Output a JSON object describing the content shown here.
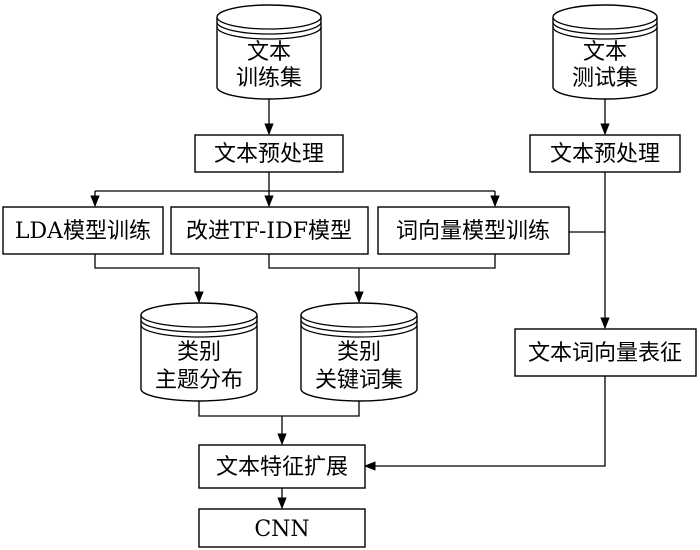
{
  "cylinders": [
    {
      "id": "train_set",
      "lines": [
        "文本",
        "训练集"
      ]
    },
    {
      "id": "test_set",
      "lines": [
        "文本",
        "测试集"
      ]
    },
    {
      "id": "topic_dist",
      "lines": [
        "类别",
        "主题分布"
      ]
    },
    {
      "id": "keyword_set",
      "lines": [
        "类别",
        "关键词集"
      ]
    }
  ],
  "boxes": [
    {
      "id": "preprocess_left",
      "label": "文本预处理"
    },
    {
      "id": "preprocess_right",
      "label": "文本预处理"
    },
    {
      "id": "lda",
      "label": "LDA模型训练"
    },
    {
      "id": "tfidf",
      "label": "改进TF-IDF模型"
    },
    {
      "id": "word2vec",
      "label": "词向量模型训练"
    },
    {
      "id": "word_vec_repr",
      "label": "文本词向量表征"
    },
    {
      "id": "feature_ext",
      "label": "文本特征扩展"
    },
    {
      "id": "cnn",
      "label": "CNN"
    }
  ],
  "edges": [
    {
      "from": "train_set",
      "to": "preprocess_left"
    },
    {
      "from": "test_set",
      "to": "preprocess_right"
    },
    {
      "from": "preprocess_left",
      "to": "lda"
    },
    {
      "from": "preprocess_left",
      "to": "tfidf"
    },
    {
      "from": "preprocess_left",
      "to": "word2vec"
    },
    {
      "from": "lda",
      "to": "topic_dist"
    },
    {
      "from": "tfidf",
      "to": "keyword_set"
    },
    {
      "from": "word2vec",
      "to": "keyword_set"
    },
    {
      "from": "preprocess_right",
      "to": "word_vec_repr"
    },
    {
      "from": "word2vec",
      "to": "word_vec_repr"
    },
    {
      "from": "topic_dist",
      "to": "feature_ext"
    },
    {
      "from": "keyword_set",
      "to": "feature_ext"
    },
    {
      "from": "word_vec_repr",
      "to": "feature_ext"
    },
    {
      "from": "feature_ext",
      "to": "cnn"
    }
  ]
}
